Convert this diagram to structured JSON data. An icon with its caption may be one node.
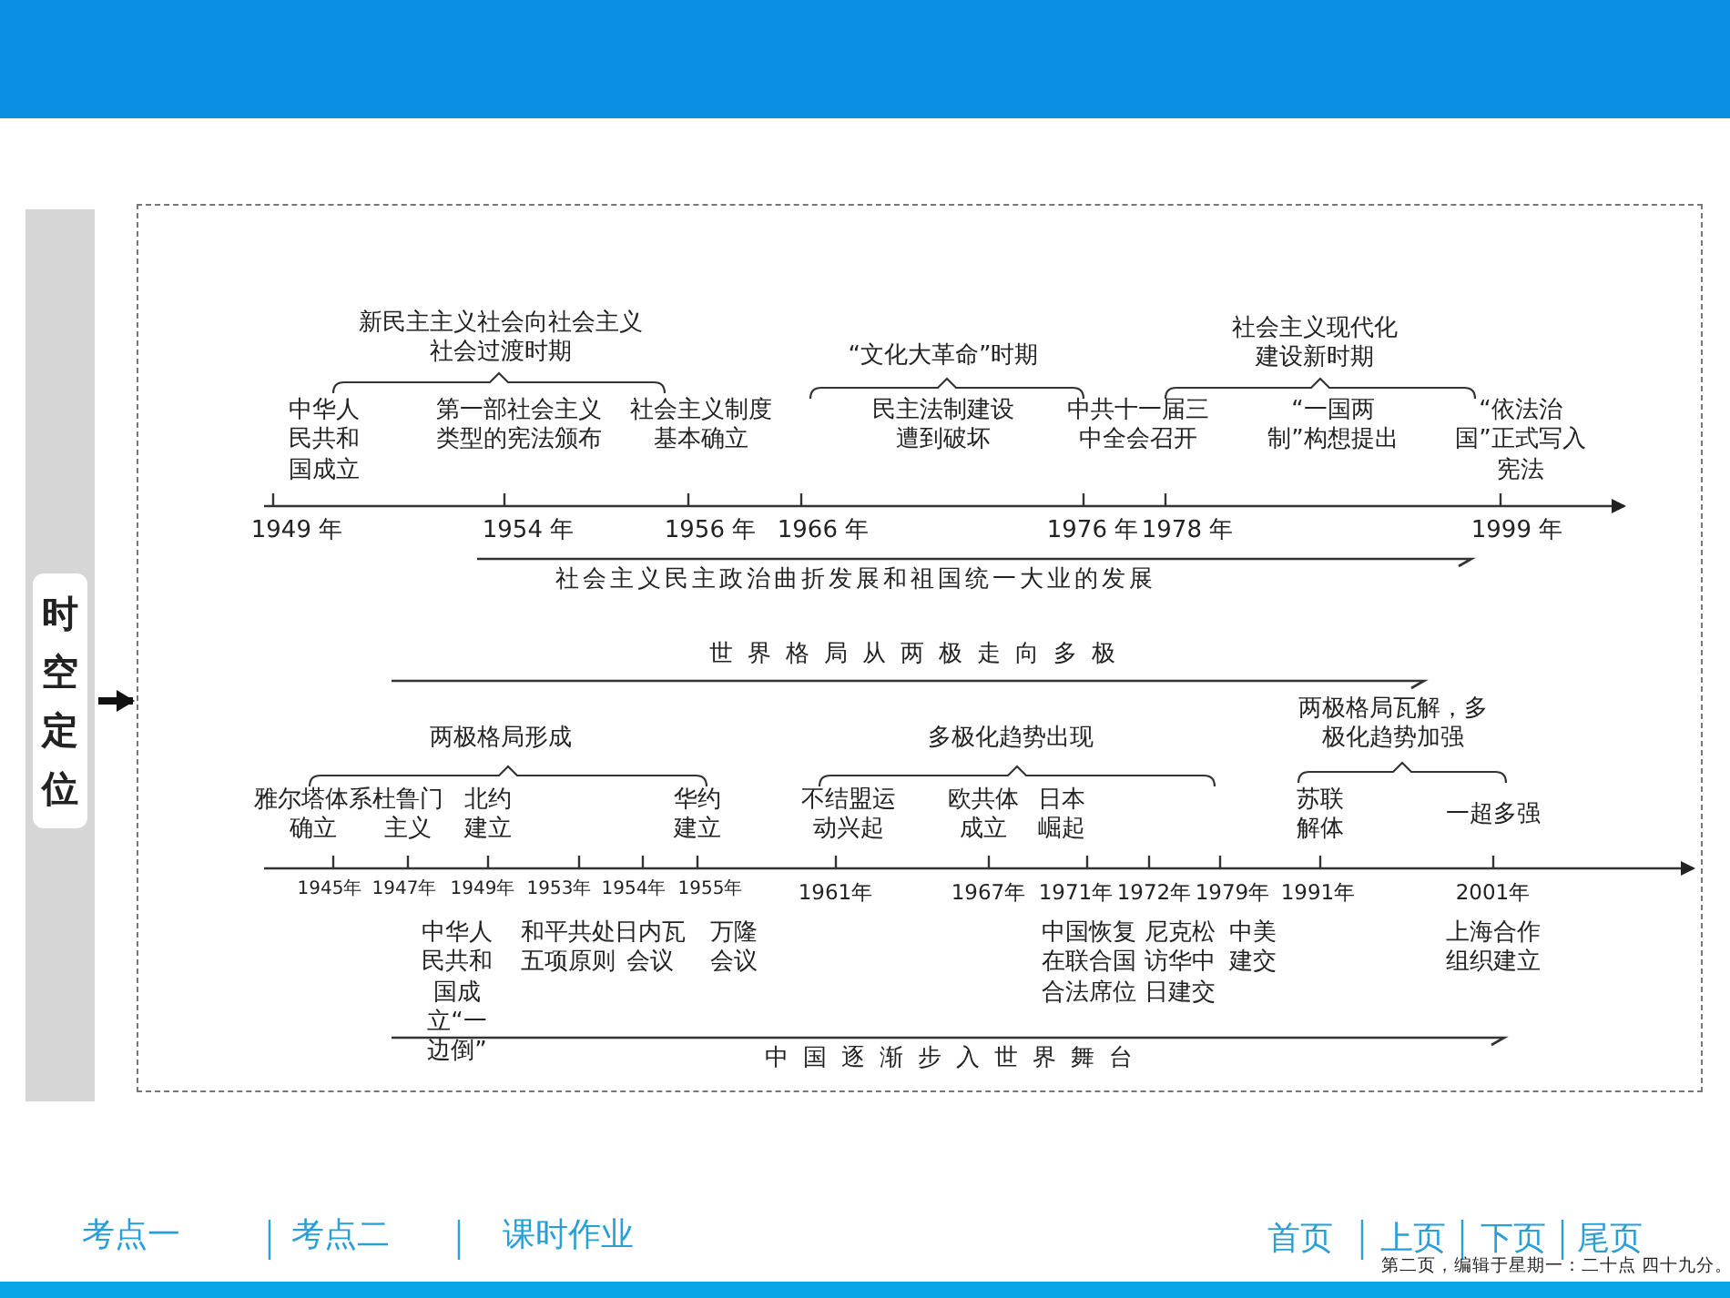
{
  "diagram": {
    "nodes": [
      {
        "text": [
          "时空定位"
        ]
      },
      {
        "text": [],
        "shape": "box"
      }
    ],
    "edges": [
      {
        "from": 0,
        "to": 1,
        "arrow": "to"
      }
    ],
    "labels": [
      "新民主主义社会向社会主义社会过渡时期",
      "“文化大革命”时期",
      "社会主义现代化建设新时期",
      "中华人民共和国成立",
      "第一部社会主义类型的宪法颁布",
      "社会主义制度基本确立",
      "民主法制建设遭到破坏",
      "中共十一届三中全会召开",
      "“一国两制”构想提出",
      "“依法治国”正式写入宪法",
      "1949 年",
      "1954 年",
      "1956 年",
      "1966 年",
      "1976 年",
      "1978 年",
      "1999 年",
      "社会主义民主政治曲折发展和祖国统一大业的发展",
      "世界格局从两极走向多极",
      "两极格局瓦解，多极化趋势加强",
      "两极格局形成",
      "多极化趋势出现",
      "雅尔塔体系确立",
      "杜鲁门主义",
      "北约建立",
      "华约建立",
      "不结盟运动兴起",
      "欧共体成立",
      "日本崛起",
      "苏联解体",
      "一超多强",
      "1945年",
      "1947年",
      "1949年",
      "1953年",
      "1954年",
      "1955年",
      "1961年",
      "1967年",
      "1971年",
      "1972年",
      "1979年",
      "1991年",
      "2001年",
      "中华人民共和国成立“一边倒”",
      "和平共处五项原则",
      "日内瓦会议",
      "万隆会议",
      "中国恢复在联合国合法席位",
      "尼克松访华中日建交",
      "中美建交",
      "上海合作组织建立",
      "中国逐渐步入世界舞台",
      "考点一",
      "考点二",
      "课时作业",
      "首页",
      "上页",
      "下页",
      "尾页",
      "第二页，编辑于星期一：二十点 四十九分。"
    ]
  }
}
